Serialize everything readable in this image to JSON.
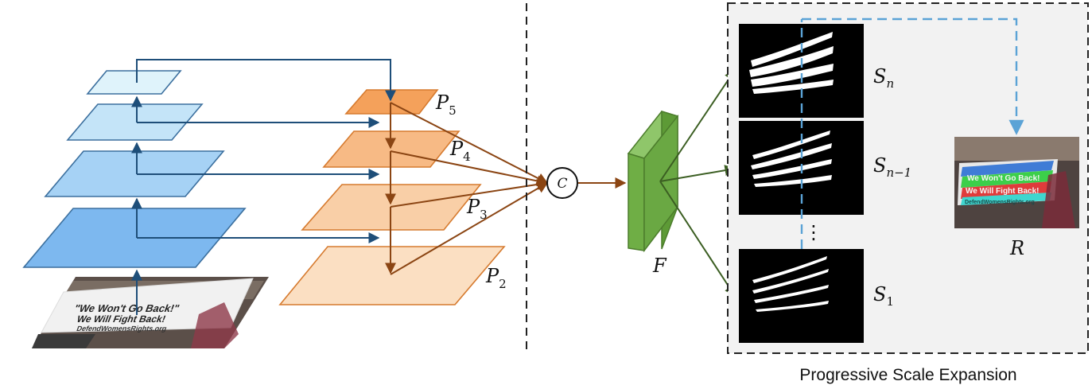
{
  "diagram": {
    "concat_symbol": "C",
    "fused_feature": "F",
    "result": "R",
    "pyramid_labels": [
      {
        "base": "P",
        "sub": "5"
      },
      {
        "base": "P",
        "sub": "4"
      },
      {
        "base": "P",
        "sub": "3"
      },
      {
        "base": "P",
        "sub": "2"
      }
    ],
    "kernel_labels": [
      {
        "base": "S",
        "sub": "n"
      },
      {
        "base": "S",
        "sub": "n−1"
      },
      {
        "base": "S",
        "sub": "1"
      }
    ],
    "ellipsis": "⋮",
    "caption": "Progressive Scale Expansion",
    "input_banner_lines": [
      "\"We Won't Go Back!\"",
      "We Will Fight Back!",
      "DefendWomensRights.org"
    ],
    "result_banner_lines": [
      "We Won't Go Back!",
      "We Will Fight Back!",
      "DefendWomensRights.org"
    ]
  },
  "colors": {
    "backbone_fill": [
      "#dff3fb",
      "#c4e4f8",
      "#a6d2f5",
      "#7db8ef"
    ],
    "backbone_stroke": "#3b6f9e",
    "pyramid_fill": [
      "#f4a15b",
      "#f7ba85",
      "#f9cfa7",
      "#fbdfc2"
    ],
    "pyramid_stroke": "#d67a2e",
    "arrow_blue": "#1e4e79",
    "arrow_brown": "#8b4513",
    "arrow_green": "#3b5e22",
    "feature_green": "#6fae45",
    "dashed_blue": "#5ba3d6",
    "box_fill": "#f2f2f2"
  }
}
